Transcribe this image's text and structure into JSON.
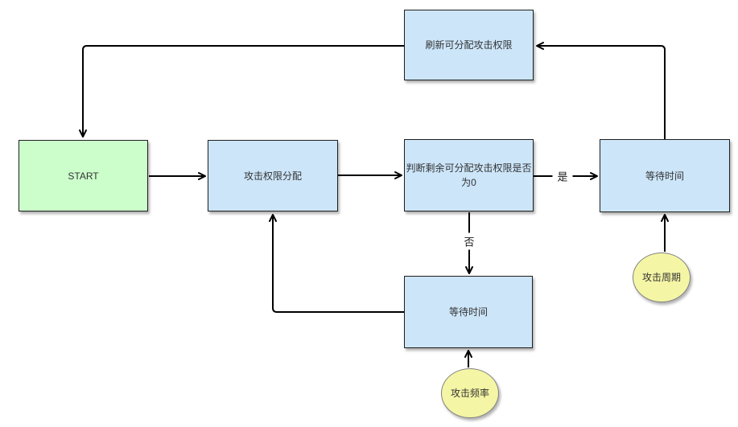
{
  "diagram": {
    "nodes": {
      "refresh": {
        "label": "刷新可分配攻击权限"
      },
      "start": {
        "label": "START"
      },
      "allocate": {
        "label": "攻击权限分配"
      },
      "decision": {
        "label": "判断剩余可分配攻击权限是否为0"
      },
      "wait_right": {
        "label": "等待时间"
      },
      "wait_bottom": {
        "label": "等待时间"
      },
      "attack_cycle": {
        "label": "攻击周期"
      },
      "attack_frequency": {
        "label": "攻击频率"
      }
    },
    "edges": [
      {
        "from": "wait_right",
        "to": "refresh",
        "label": ""
      },
      {
        "from": "refresh",
        "to": "start",
        "label": ""
      },
      {
        "from": "start",
        "to": "allocate",
        "label": ""
      },
      {
        "from": "allocate",
        "to": "decision",
        "label": ""
      },
      {
        "from": "decision",
        "to": "wait_right",
        "label": "是"
      },
      {
        "from": "decision",
        "to": "wait_bottom",
        "label": "否"
      },
      {
        "from": "wait_bottom",
        "to": "allocate",
        "label": ""
      },
      {
        "from": "attack_cycle",
        "to": "wait_right",
        "label": ""
      },
      {
        "from": "attack_frequency",
        "to": "wait_bottom",
        "label": ""
      }
    ],
    "colors": {
      "process_fill": "#cce5f9",
      "process_border": "#1f1f1f",
      "start_fill": "#ccfecc",
      "start_border": "#1f1f1f",
      "circle_fill": "#f5f6a5",
      "circle_border": "#828282",
      "connector": "#000000",
      "text": "#333333",
      "canvas_bg": "#ffffff"
    }
  }
}
